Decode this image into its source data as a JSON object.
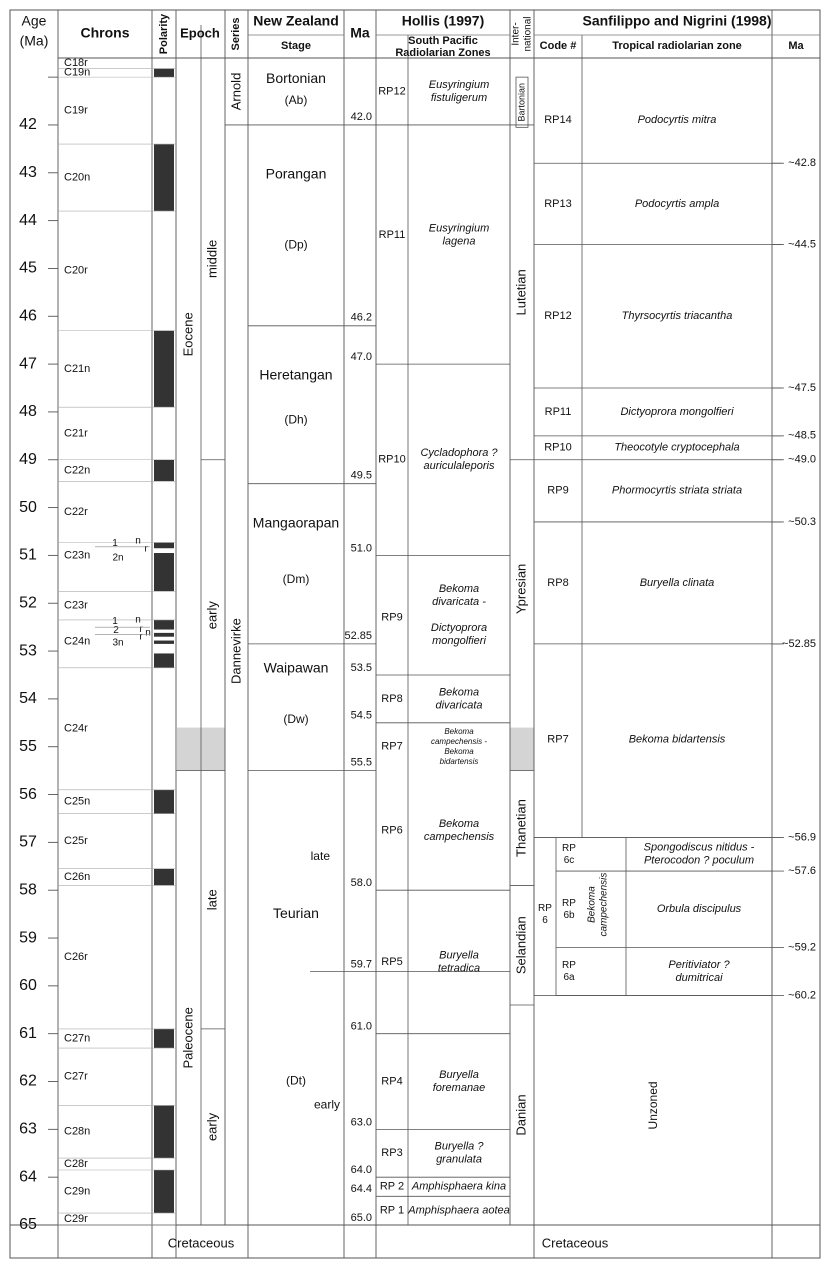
{
  "headers": {
    "age": [
      "Age",
      "(Ma)"
    ],
    "chrons": "Chrons",
    "polarity": "Polarity",
    "epoch": "Epoch",
    "series": "Series",
    "nz": "New Zealand",
    "stage": "Stage",
    "ma": "Ma",
    "hollis": "Hollis (1997)",
    "sp_zones": [
      "South Pacific",
      "Radiolarian Zones"
    ],
    "international": [
      "Inter-",
      "national"
    ],
    "sanfilippo": "Sanfilippo and Nigrini (1998)",
    "code": "Code #",
    "tropical": "Tropical radiolarian zone",
    "ma2": "Ma"
  },
  "age_ticks": [
    41,
    42,
    43,
    44,
    45,
    46,
    47,
    48,
    49,
    50,
    51,
    52,
    53,
    54,
    55,
    56,
    57,
    58,
    59,
    60,
    61,
    62,
    63,
    64,
    65
  ],
  "age_tick_labels": [
    "42",
    "43",
    "44",
    "45",
    "46",
    "47",
    "48",
    "49",
    "50",
    "51",
    "52",
    "53",
    "54",
    "55",
    "56",
    "57",
    "58",
    "59",
    "60",
    "61",
    "62",
    "63",
    "64",
    "65"
  ],
  "chrons": [
    {
      "name": "C18r",
      "top": 40.6,
      "bot": 40.82
    },
    {
      "name": "C19n",
      "top": 40.82,
      "bot": 41.0
    },
    {
      "name": "C19r",
      "top": 41.0,
      "bot": 42.4
    },
    {
      "name": "C20n",
      "top": 42.4,
      "bot": 43.8
    },
    {
      "name": "C20r",
      "top": 43.8,
      "bot": 46.3
    },
    {
      "name": "C21n",
      "top": 46.3,
      "bot": 47.9
    },
    {
      "name": "C21r",
      "top": 47.9,
      "bot": 49.0
    },
    {
      "name": "C22n",
      "top": 49.0,
      "bot": 49.45
    },
    {
      "name": "C22r",
      "top": 49.45,
      "bot": 50.73
    },
    {
      "name": "C23n",
      "top": 50.73,
      "bot": 51.75
    },
    {
      "name": "C23r",
      "top": 51.75,
      "bot": 52.35
    },
    {
      "name": "C24n",
      "top": 52.35,
      "bot": 53.35
    },
    {
      "name": "C24r",
      "top": 53.35,
      "bot": 55.9
    },
    {
      "name": "C25n",
      "top": 55.9,
      "bot": 56.4
    },
    {
      "name": "C25r",
      "top": 56.4,
      "bot": 57.55
    },
    {
      "name": "C26n",
      "top": 57.55,
      "bot": 57.9
    },
    {
      "name": "C26r",
      "top": 57.9,
      "bot": 60.9
    },
    {
      "name": "C27n",
      "top": 60.9,
      "bot": 61.3
    },
    {
      "name": "C27r",
      "top": 61.3,
      "bot": 62.5
    },
    {
      "name": "C28n",
      "top": 62.5,
      "bot": 63.6
    },
    {
      "name": "C28r",
      "top": 63.6,
      "bot": 63.85
    },
    {
      "name": "C29n",
      "top": 63.85,
      "bot": 64.75
    },
    {
      "name": "C29r",
      "top": 64.75,
      "bot": 65.0
    }
  ],
  "subchron_labels": [
    "1",
    "n",
    "r",
    "2n",
    "1",
    "n",
    "2",
    "r",
    "n",
    "3n",
    "r"
  ],
  "normal_polarity": [
    [
      40.82,
      41.0
    ],
    [
      42.4,
      43.8
    ],
    [
      46.3,
      47.9
    ],
    [
      49.0,
      49.45
    ],
    [
      50.73,
      50.85
    ],
    [
      50.95,
      51.75
    ],
    [
      52.35,
      52.55
    ],
    [
      52.62,
      52.7
    ],
    [
      52.78,
      52.85
    ],
    [
      53.05,
      53.35
    ],
    [
      55.9,
      56.4
    ],
    [
      57.55,
      57.9
    ],
    [
      60.9,
      61.3
    ],
    [
      62.5,
      63.6
    ],
    [
      63.85,
      64.75
    ]
  ],
  "epochs": [
    {
      "name": "Eocene",
      "top": 40.6,
      "bot": 55.5,
      "sub": [
        {
          "name": "middle",
          "top": 40.6,
          "bot": 49.0
        },
        {
          "name": "early",
          "top": 49.0,
          "bot": 55.5
        }
      ]
    },
    {
      "name": "Paleocene",
      "top": 55.5,
      "bot": 65.0,
      "sub": [
        {
          "name": "late",
          "top": 55.5,
          "bot": 60.9
        },
        {
          "name": "early",
          "top": 60.9,
          "bot": 65.0
        }
      ]
    }
  ],
  "series": [
    {
      "name": "Arnold",
      "top": 40.6,
      "bot": 42.0
    },
    {
      "name": "Dannevirke",
      "top": 42.0,
      "bot": 65.0
    }
  ],
  "nz_stages": [
    {
      "name": "Bortonian",
      "code": "(Ab)",
      "top": 40.6,
      "bot": 42.0
    },
    {
      "name": "Porangan",
      "code": "(Dp)",
      "top": 42.0,
      "bot": 46.2
    },
    {
      "name": "Heretangan",
      "code": "(Dh)",
      "top": 46.2,
      "bot": 49.5
    },
    {
      "name": "Mangaorapan",
      "code": "(Dm)",
      "top": 49.5,
      "bot": 52.85
    },
    {
      "name": "Waipawan",
      "code": "(Dw)",
      "top": 52.85,
      "bot": 55.5
    },
    {
      "name": "Teurian",
      "code": "(Dt)",
      "top": 55.5,
      "bot": 65.0
    }
  ],
  "teurian_sub": {
    "late": "late",
    "early": "early"
  },
  "stage_ma": [
    "42.0",
    "46.2",
    "49.5",
    "52.85",
    "55.5"
  ],
  "hollis_ma": [
    {
      "label": "42.0",
      "v": 42.0
    },
    {
      "label": "47.0",
      "v": 47.0
    },
    {
      "label": "51.0",
      "v": 51.0
    },
    {
      "label": "53.5",
      "v": 53.5
    },
    {
      "label": "54.5",
      "v": 54.5
    },
    {
      "label": "58.0",
      "v": 58.0
    },
    {
      "label": "59.7",
      "v": 59.7
    },
    {
      "label": "61.0",
      "v": 61.0
    },
    {
      "label": "63.0",
      "v": 63.0
    },
    {
      "label": "64.0",
      "v": 64.0
    },
    {
      "label": "64.4",
      "v": 64.4
    },
    {
      "label": "65.0",
      "v": 65.0
    }
  ],
  "hollis_zones": [
    {
      "code": "RP12",
      "name": [
        "Eusyringium",
        "fistuligerum"
      ],
      "top": 40.6,
      "bot": 42.0
    },
    {
      "code": "RP11",
      "name": [
        "Eusyringium",
        "lagena"
      ],
      "top": 42.0,
      "bot": 47.0
    },
    {
      "code": "RP10",
      "name": [
        "Cycladophora ?",
        "auriculaleporis"
      ],
      "top": 47.0,
      "bot": 51.0
    },
    {
      "code": "RP9",
      "name": [
        "Bekoma",
        "divaricata -",
        "",
        "Dictyoprora",
        "mongolfieri"
      ],
      "top": 51.0,
      "bot": 53.5
    },
    {
      "code": "RP8",
      "name": [
        "Bekoma",
        "divaricata"
      ],
      "top": 53.5,
      "bot": 54.5
    },
    {
      "code": "RP7",
      "name": [
        "Bekoma",
        "campechensis -",
        "Bekoma",
        "bidartensis"
      ],
      "top": 54.5,
      "bot": 55.5
    },
    {
      "code": "RP6",
      "name": [
        "Bekoma",
        "campechensis"
      ],
      "top": 55.5,
      "bot": 58.0
    },
    {
      "code": "RP5",
      "name": [
        "Buryella",
        "tetradica"
      ],
      "top": 58.0,
      "bot": 61.0
    },
    {
      "code": "RP4",
      "name": [
        "Buryella",
        "foremanae"
      ],
      "top": 61.0,
      "bot": 63.0
    },
    {
      "code": "RP3",
      "name": [
        "Buryella ?",
        "granulata"
      ],
      "top": 63.0,
      "bot": 64.0
    },
    {
      "code": "RP 2",
      "name": [
        "Amphisphaera kina"
      ],
      "top": 64.0,
      "bot": 64.4
    },
    {
      "code": "RP 1",
      "name": [
        "Amphisphaera aotea"
      ],
      "top": 64.4,
      "bot": 65.0
    }
  ],
  "international_stages": [
    {
      "name": "Bartonian",
      "top": 40.8,
      "bot": 42.0
    },
    {
      "name": "Lutetian",
      "top": 42.0,
      "bot": 49.0
    },
    {
      "name": "Ypresian",
      "top": 49.0,
      "bot": 55.5
    },
    {
      "name": "Thanetian",
      "top": 55.5,
      "bot": 57.9
    },
    {
      "name": "Selandian",
      "top": 57.9,
      "bot": 60.4
    },
    {
      "name": "Danian",
      "top": 60.4,
      "bot": 65.0
    }
  ],
  "sanfilippo_zones": [
    {
      "code": "RP14",
      "name": [
        "Podocyrtis mitra"
      ],
      "top": 40.6,
      "bot": 42.8
    },
    {
      "code": "RP13",
      "name": [
        "Podocyrtis ampla"
      ],
      "top": 42.8,
      "bot": 44.5
    },
    {
      "code": "RP12",
      "name": [
        "Thyrsocyrtis triacantha"
      ],
      "top": 44.5,
      "bot": 47.5
    },
    {
      "code": "RP11",
      "name": [
        "Dictyoprora mongolfieri"
      ],
      "top": 47.5,
      "bot": 48.5
    },
    {
      "code": "RP10",
      "name": [
        "Theocotyle cryptocephala"
      ],
      "top": 48.5,
      "bot": 49.0
    },
    {
      "code": "RP9",
      "name": [
        "Phormocyrtis striata striata"
      ],
      "top": 49.0,
      "bot": 50.3
    },
    {
      "code": "RP8",
      "name": [
        "Buryella clinata"
      ],
      "top": 50.3,
      "bot": 52.85
    },
    {
      "code": "RP7",
      "name": [
        "Bekoma bidartensis"
      ],
      "top": 52.85,
      "bot": 56.9
    }
  ],
  "rp6": {
    "code": [
      "RP",
      "6"
    ],
    "group": [
      "Bekoma",
      "campechensis"
    ],
    "subzones": [
      {
        "code": [
          "RP",
          "6c"
        ],
        "name": [
          "Spongodiscus nitidus -",
          "Pterocodon ? poculum"
        ],
        "top": 56.9,
        "bot": 57.6
      },
      {
        "code": [
          "RP",
          "6b"
        ],
        "name": [
          "Orbula discipulus"
        ],
        "top": 57.6,
        "bot": 59.2
      },
      {
        "code": [
          "RP",
          "6a"
        ],
        "name": [
          "Peritiviator ?",
          "dumitricai"
        ],
        "top": 59.2,
        "bot": 60.2
      }
    ]
  },
  "unzoned": "Unzoned",
  "sanfilippo_ma": [
    {
      "label": "~42.8",
      "v": 42.8
    },
    {
      "label": "~44.5",
      "v": 44.5
    },
    {
      "label": "~47.5",
      "v": 47.5
    },
    {
      "label": "~48.5",
      "v": 48.5
    },
    {
      "label": "~49.0",
      "v": 49.0
    },
    {
      "label": "~50.3",
      "v": 50.3
    },
    {
      "label": "~52.85",
      "v": 52.85
    },
    {
      "label": "~56.9",
      "v": 56.9
    },
    {
      "label": "~57.6",
      "v": 57.6
    },
    {
      "label": "~59.2",
      "v": 59.2
    },
    {
      "label": "~60.2",
      "v": 60.2
    }
  ],
  "cretaceous": "Cretaceous",
  "shading": {
    "top": 54.6,
    "bot": 55.5,
    "color": "#d4d4d4"
  }
}
